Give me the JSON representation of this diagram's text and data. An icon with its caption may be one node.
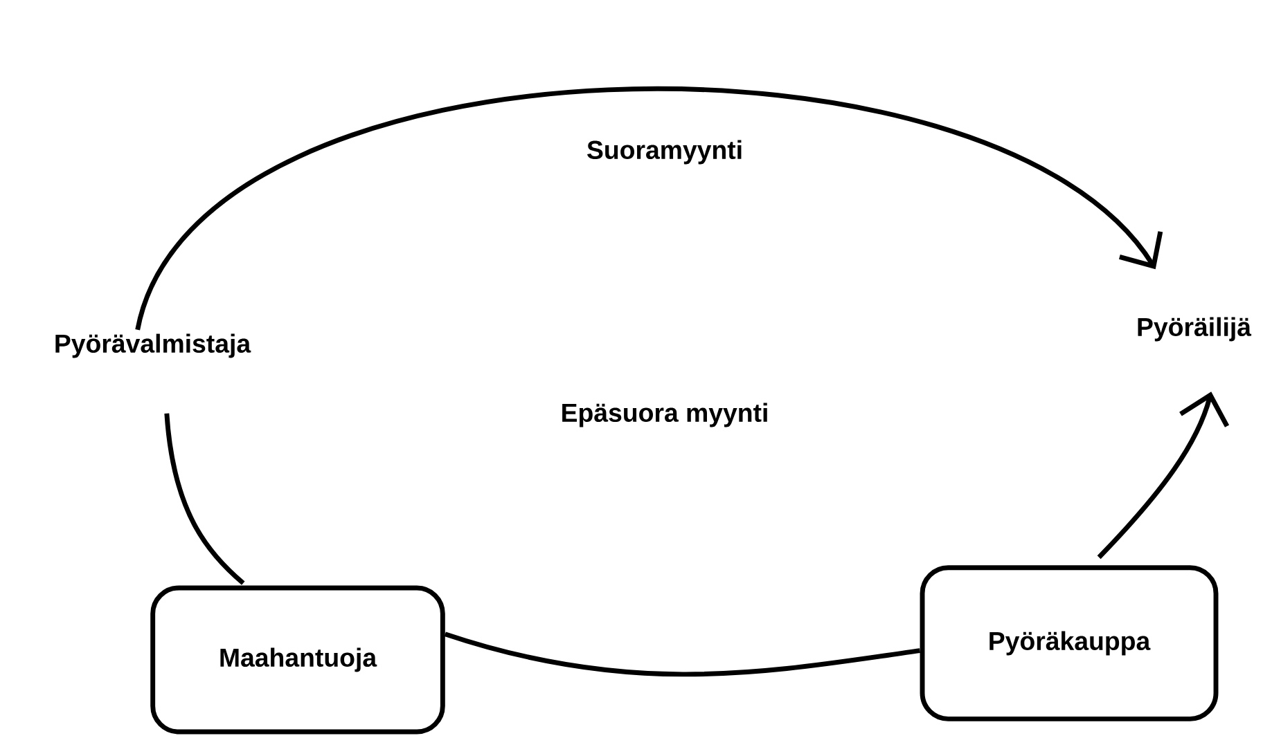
{
  "diagram": {
    "nodes": [
      {
        "text": [
          "Pyörävalmistaja"
        ]
      },
      {
        "text": [
          "Pyöräilijä"
        ]
      },
      {
        "text": [
          "Maahantuoja"
        ]
      },
      {
        "text": [
          "Pyöräkauppa"
        ]
      }
    ],
    "edges": [
      {
        "from": 0,
        "to": 1,
        "arrow": "to",
        "label": "Suoramyynti"
      },
      {
        "from": 0,
        "to": 2,
        "arrow": "none"
      },
      {
        "from": 2,
        "to": 3,
        "arrow": "none"
      },
      {
        "from": 3,
        "to": 1,
        "arrow": "to"
      }
    ],
    "labels": [
      "Epäsuora myynti"
    ]
  }
}
